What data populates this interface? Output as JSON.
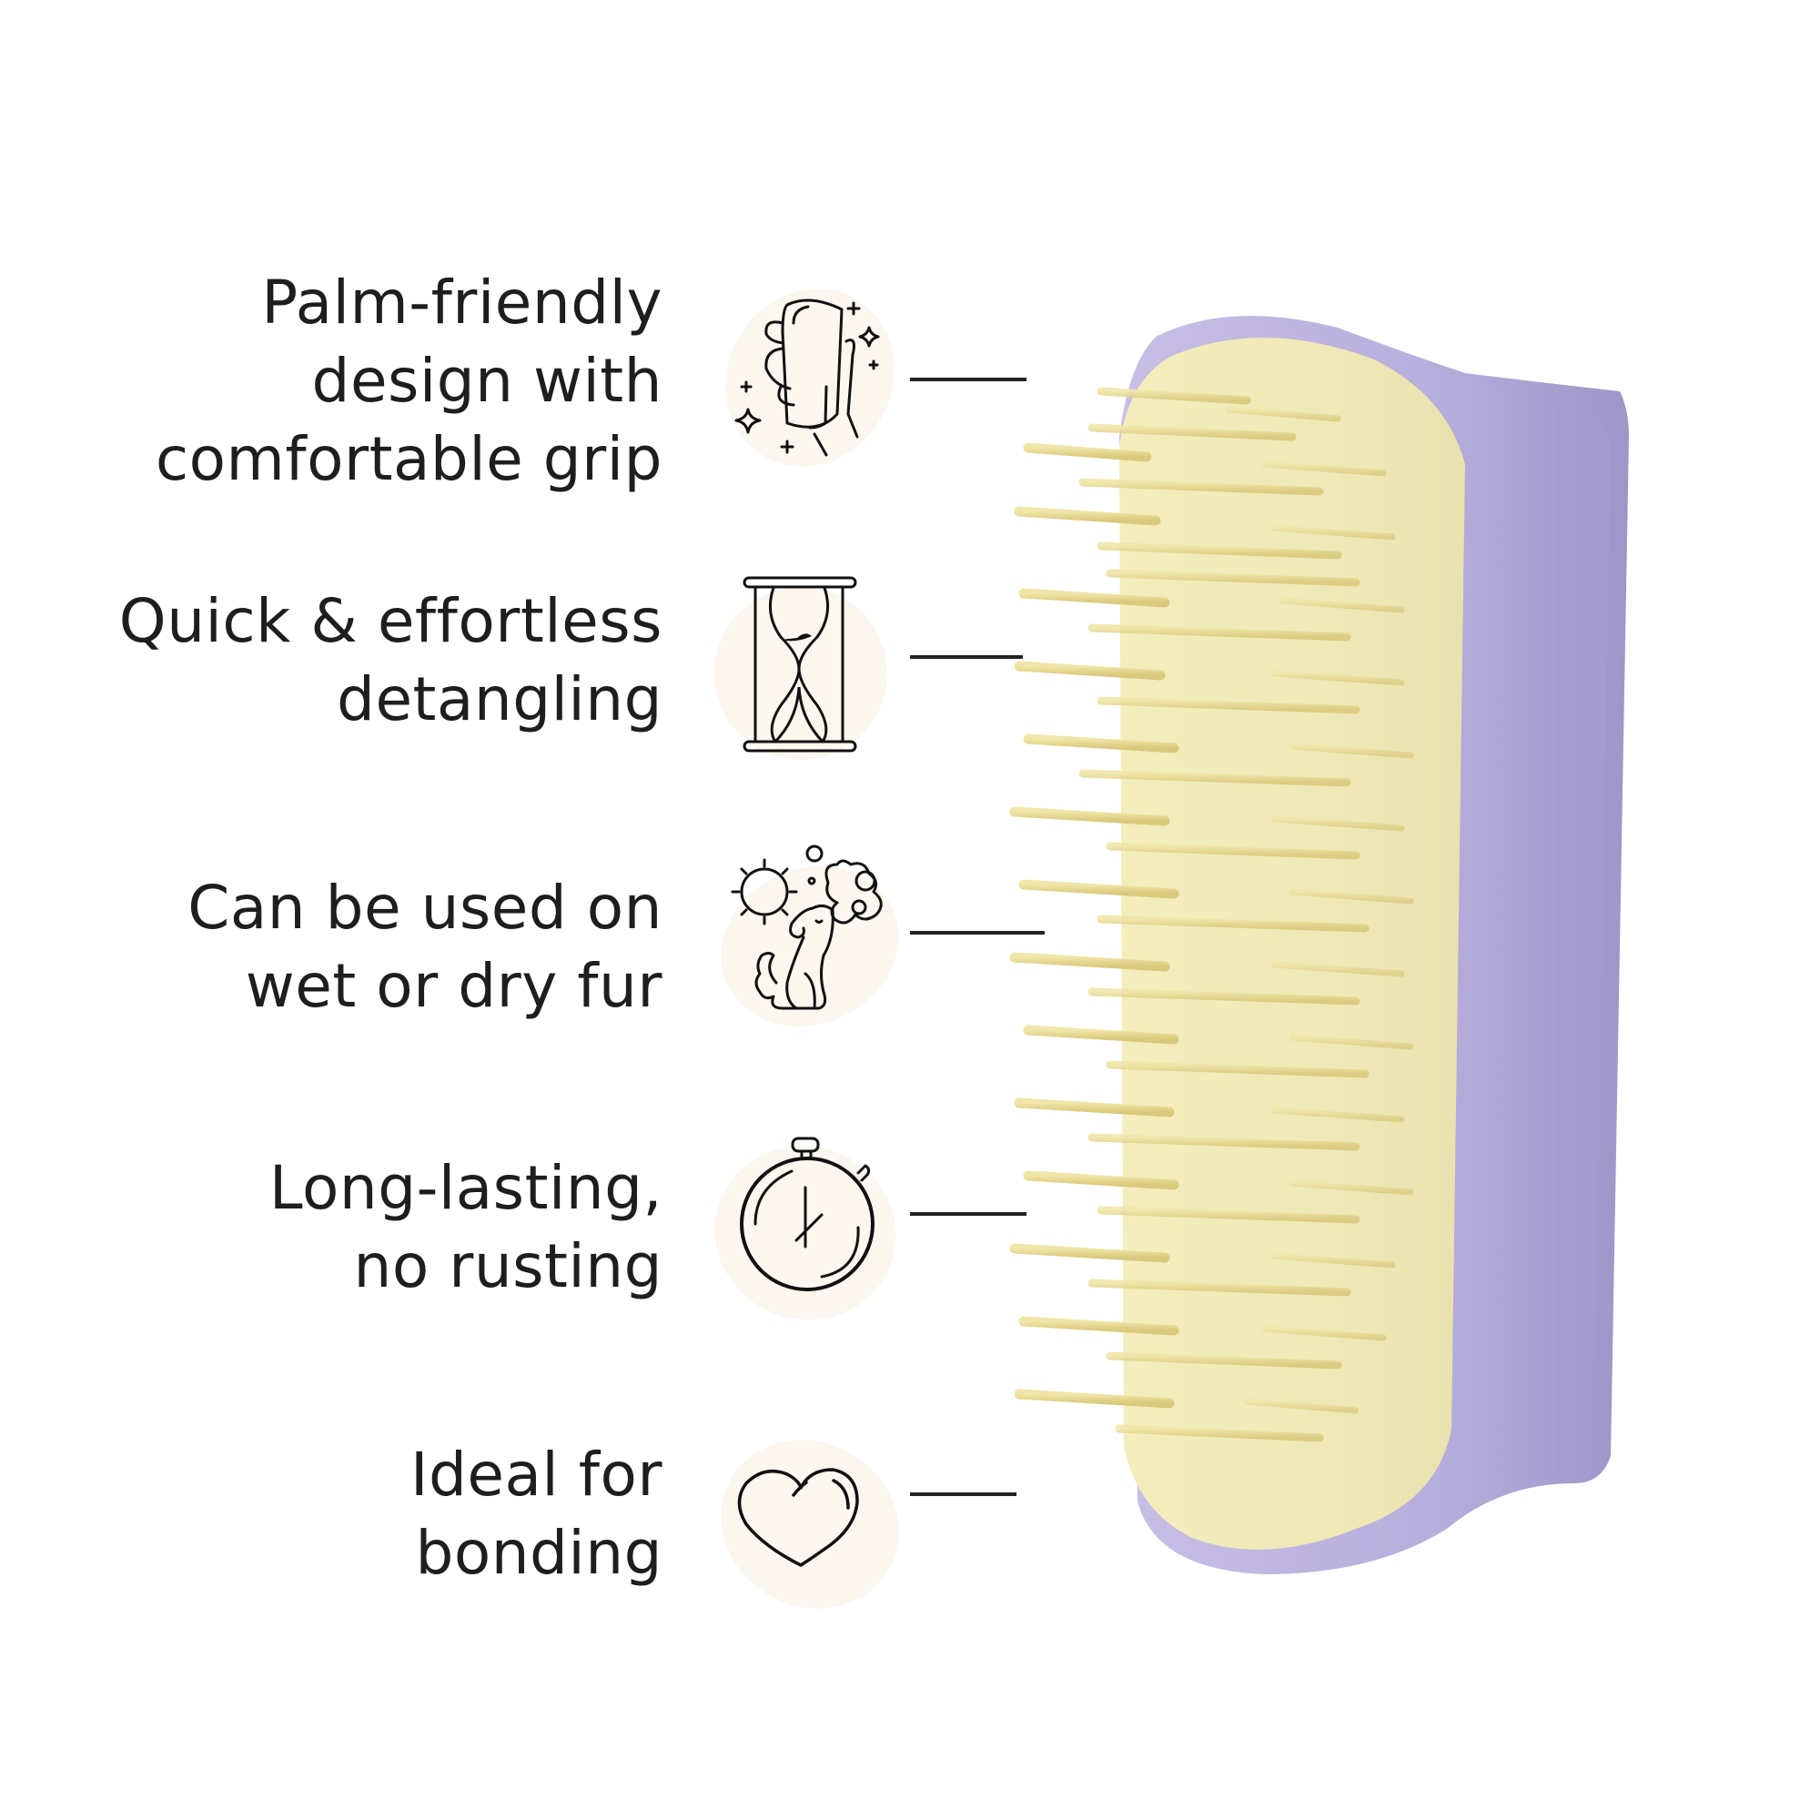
{
  "features": [
    {
      "lines": [
        "Palm-friendly",
        "design with",
        "comfortable grip"
      ],
      "icon": "hand-holding-brush-icon"
    },
    {
      "lines": [
        "Quick & effortless",
        "detangling"
      ],
      "icon": "hourglass-icon"
    },
    {
      "lines": [
        "Can be used on",
        "wet or dry fur"
      ],
      "icon": "dog-sun-bubbles-icon"
    },
    {
      "lines": [
        "Long-lasting,",
        "no rusting"
      ],
      "icon": "stopwatch-icon"
    },
    {
      "lines": [
        "Ideal for",
        "bonding"
      ],
      "icon": "heart-icon"
    }
  ],
  "product": {
    "name": "pet-detangling-brush",
    "colors": {
      "handle": "#b8b0dc",
      "handle_dark": "#9a92c8",
      "pad": "#f2ecbb",
      "bristle": "#e6d98e",
      "icon_blob": "#fbf6ee",
      "text": "#1e1e1e"
    }
  }
}
